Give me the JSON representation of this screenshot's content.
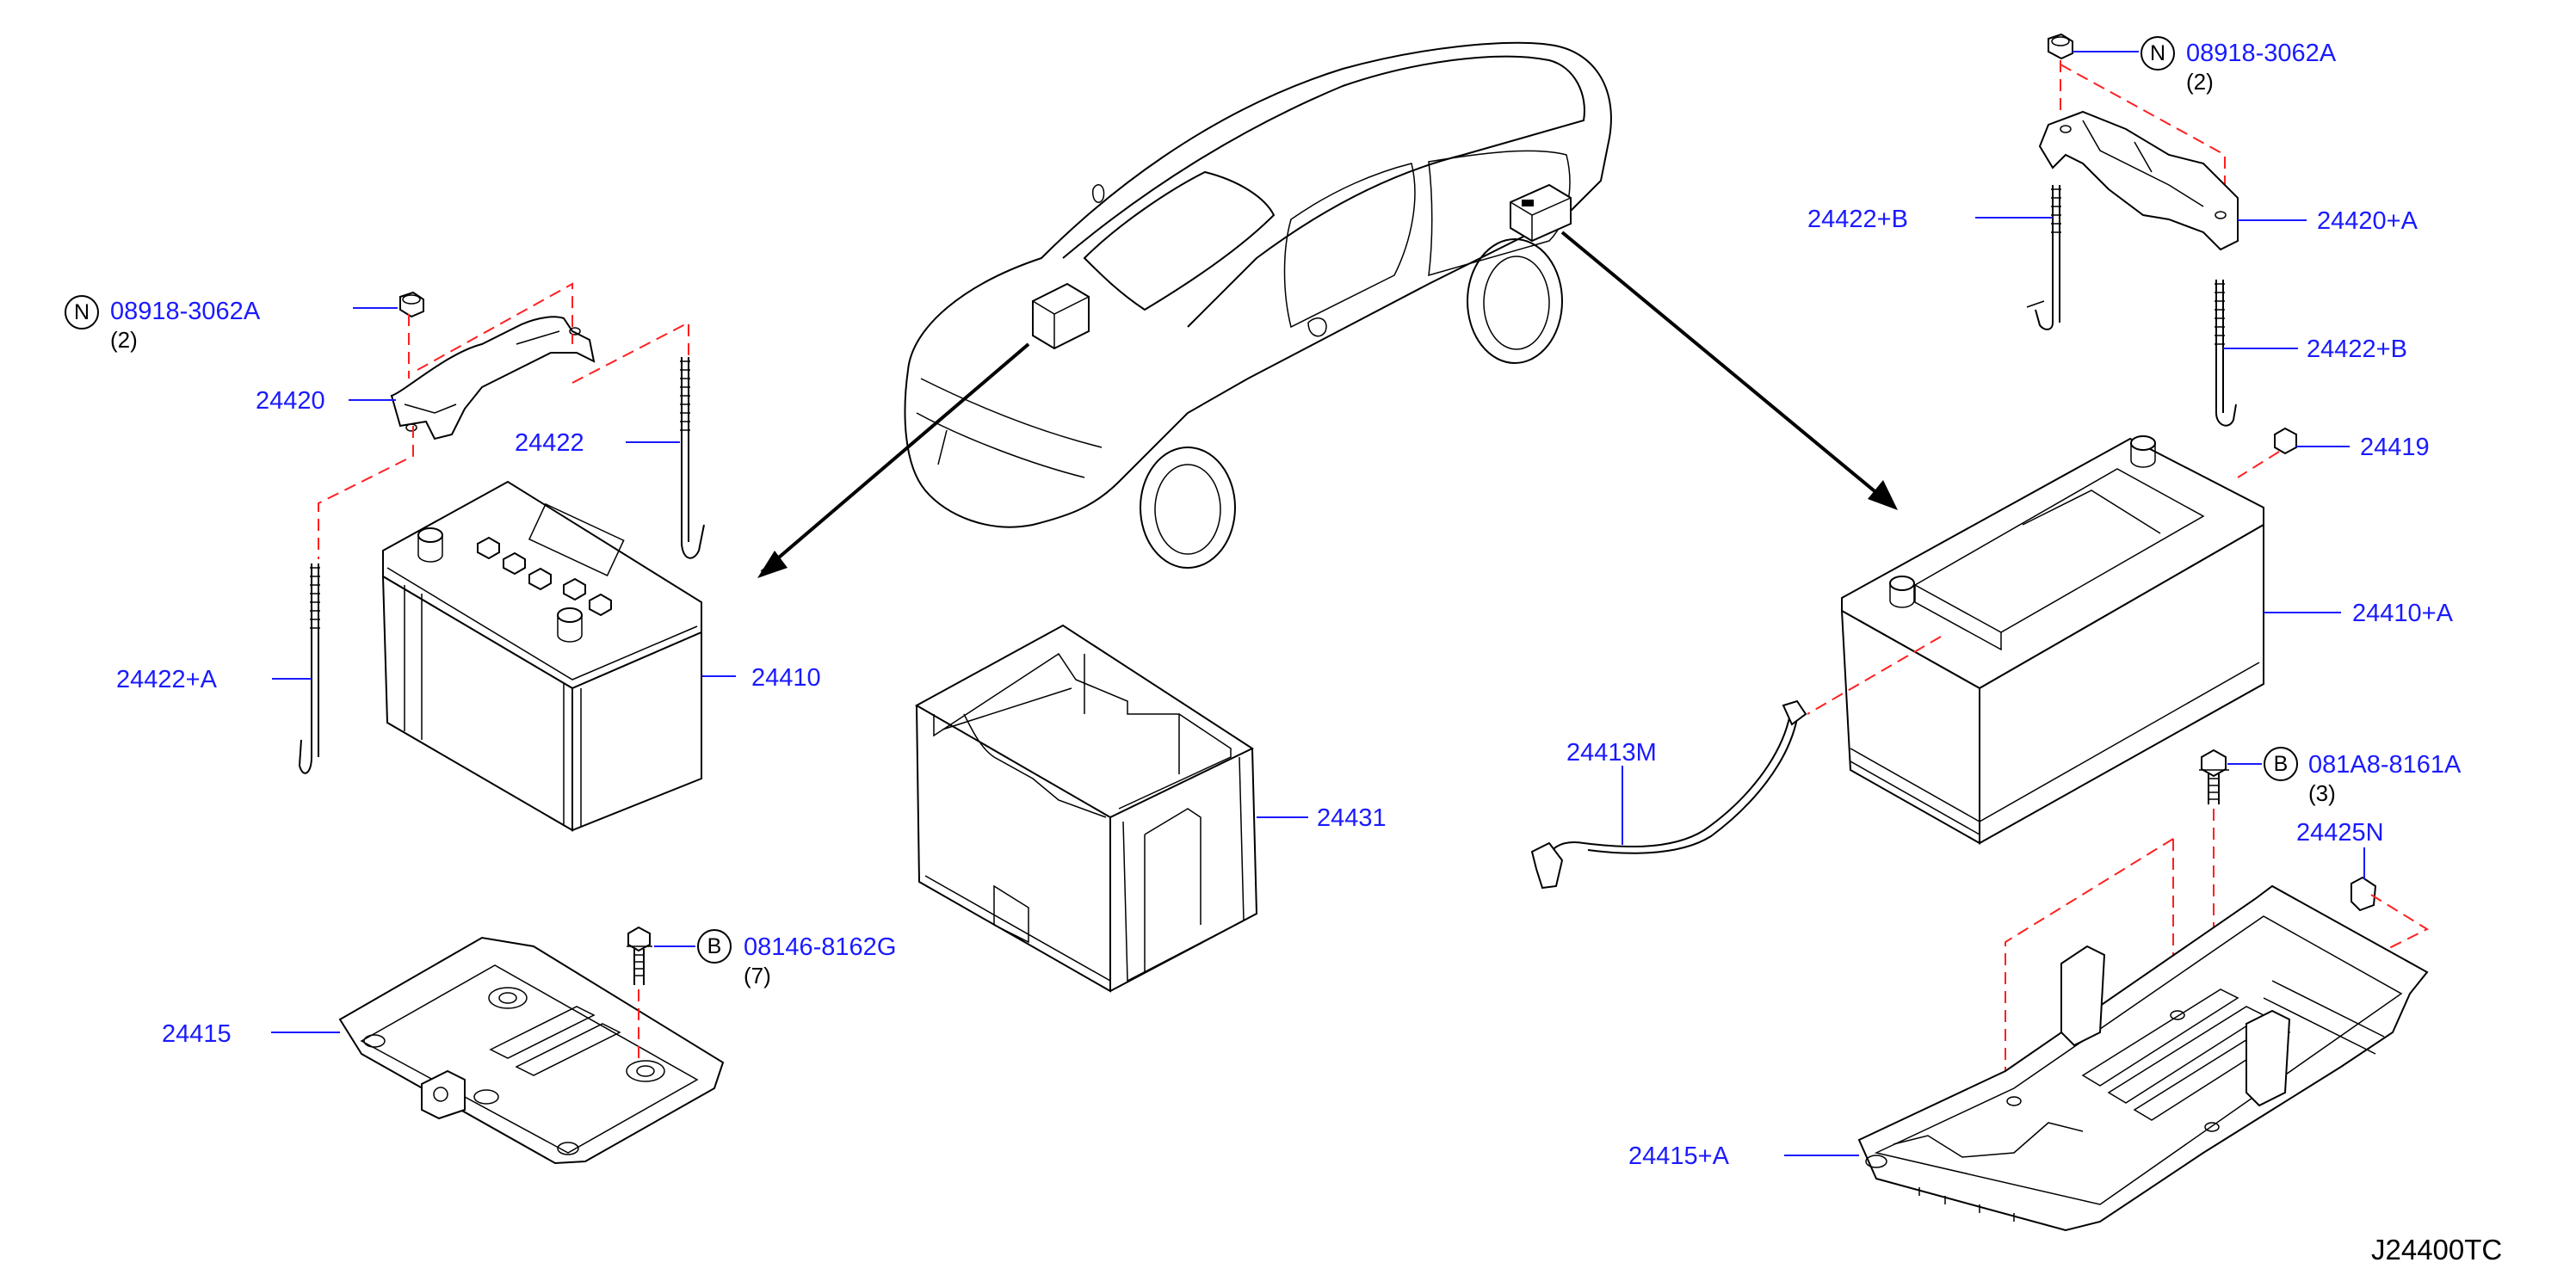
{
  "diagram": {
    "code": "J24400TC",
    "badges": {
      "n": "N",
      "b": "B"
    },
    "labels": {
      "p24420": "24420",
      "p24422": "24422",
      "p24422a": "24422+A",
      "p24410": "24410",
      "p24431": "24431",
      "p24415": "24415",
      "p08918_left": "08918-3062A",
      "p08918_left_qty": "(2)",
      "p08146": "08146-8162G",
      "p08146_qty": "(7)",
      "p08918_right": "08918-3062A",
      "p08918_right_qty": "(2)",
      "p24422b_top": "24422+B",
      "p24420a": "24420+A",
      "p24422b_mid": "24422+B",
      "p24419": "24419",
      "p24410a": "24410+A",
      "p24413m": "24413M",
      "p081a8": "081A8-8161A",
      "p081a8_qty": "(3)",
      "p24425n": "24425N",
      "p24415a": "24415+A"
    },
    "colors": {
      "label": "#1a1aff",
      "dashed": "#ff2020",
      "line": "#000000"
    }
  }
}
